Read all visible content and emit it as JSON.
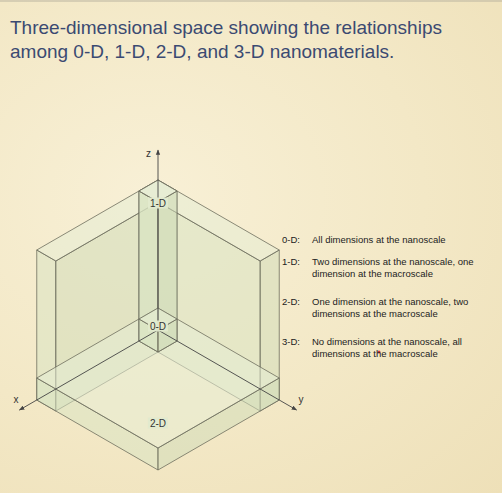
{
  "diagram": {
    "title": "Three-dimensional space showing the relationships among 0-D, 1-D, 2-D, and 3-D nanomaterials.",
    "nodes": [
      {
        "text": [
          "1-D"
        ]
      },
      {
        "text": [
          "0-D"
        ]
      },
      {
        "text": [
          "2-D"
        ]
      }
    ],
    "labels": [
      "z",
      "x",
      "y",
      "0-D:",
      "All dimensions at the nanoscale",
      "1-D:",
      "Two dimensions at the nanoscale, one dimension at the macroscale",
      "2-D:",
      "One dimension at the nanoscale, two dimensions at the macroscale",
      "3-D:",
      "No dimensions at the nanoscale, all dimensions at the macroscale"
    ]
  }
}
